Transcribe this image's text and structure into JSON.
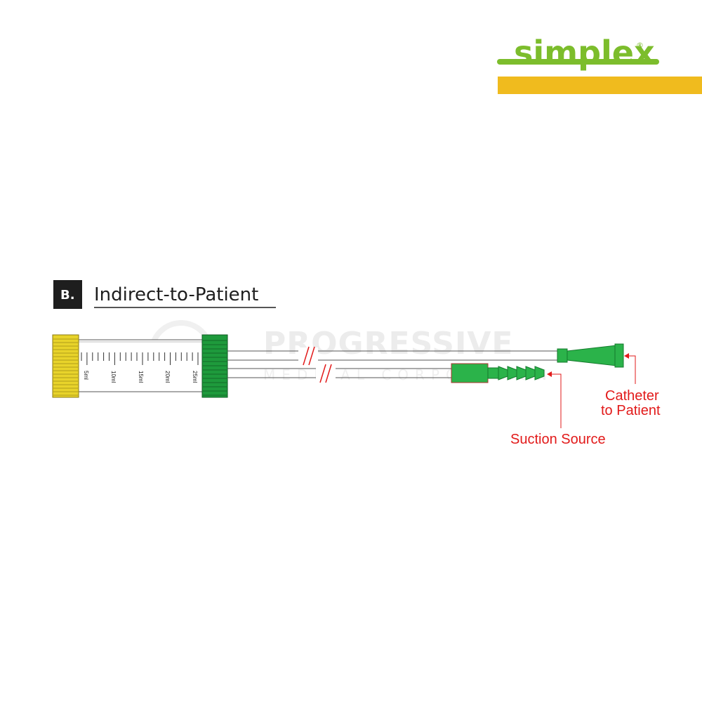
{
  "brand": {
    "name": "simplex",
    "registered": "®",
    "green": "#7cbd2c",
    "yellow": "#f0bb1e"
  },
  "section": {
    "badge": "B.",
    "title": "Indirect-to-Patient"
  },
  "watermark": {
    "line1": "PROGRESSIVE",
    "line2": "MEDICAL CORPORATION"
  },
  "canister": {
    "scale_labels": [
      "5ml",
      "10ml",
      "15ml",
      "20ml",
      "25ml"
    ],
    "cap_yellow": "#e8d32a",
    "cap_green": "#1e9a3c"
  },
  "connectors": {
    "green": "#2bb34a"
  },
  "callouts": {
    "catheter_line1": "Catheter",
    "catheter_line2": "to Patient",
    "suction": "Suction Source",
    "color": "#e21a1a"
  }
}
